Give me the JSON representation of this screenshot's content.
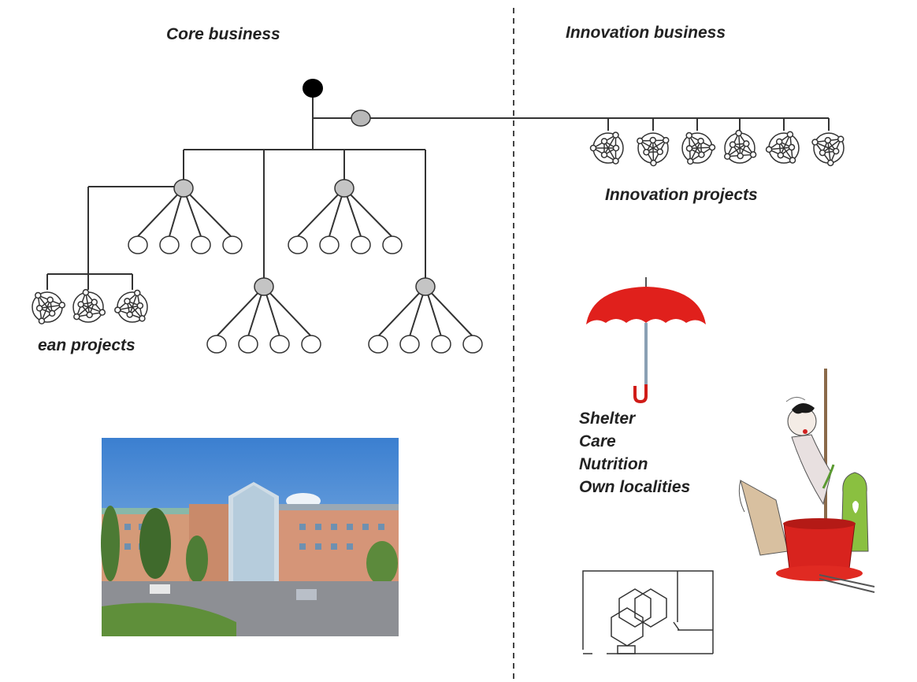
{
  "core": {
    "title": "Core business",
    "lean_label": "ean projects"
  },
  "innovation": {
    "title": "Innovation business",
    "projects_label": "Innovation projects",
    "values": [
      "Shelter",
      "Care",
      "Nutrition",
      "Own localities"
    ]
  },
  "colors": {
    "line": "#333333",
    "top_node": "#000000",
    "hub_node": "#c0c0c0",
    "umbrella": "#e0201c"
  },
  "icons": [
    "hospital-photo",
    "umbrella-icon",
    "plant-pot-illustration",
    "floor-plan-icon"
  ]
}
